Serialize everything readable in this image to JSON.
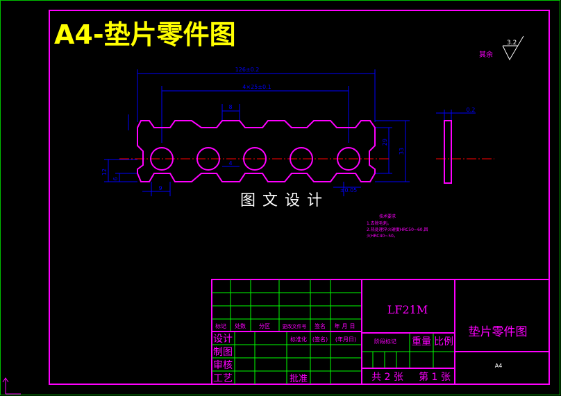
{
  "colors": {
    "background": "#000000",
    "frame": "#ff00ff",
    "outer_frame": "#00c000",
    "table_lines": "#ff00ff",
    "table_inner": "#00ff00",
    "dimension": "#0000ff",
    "part_outline": "#ff00ff",
    "centerline": "#ff0000",
    "title_yellow": "#ffff00",
    "annotation_text": "#ff00ff",
    "white_text": "#ffffff"
  },
  "header": {
    "title": "A4-垫片零件图"
  },
  "drawing": {
    "roughness_prefix": "其余",
    "roughness_value": "3.2",
    "dims": {
      "overall_length": "126±0.2",
      "hole_pitch": "4×25±0.1",
      "tooth_width": "8",
      "height_outer": "33",
      "height_inner": "29",
      "slot_width": "4",
      "left_12": "12",
      "left_6": "6",
      "bottom_9": "9",
      "tolerance_bottom": "±0.05",
      "thickness": "0.2"
    },
    "watermark": "图文设计",
    "tech_requirements": {
      "heading": "技术要求",
      "line1": "1.去除毛刺。",
      "line2": "2.热处理淬火硬度HRC50~60,回",
      "line3": "火HRC40~50。"
    }
  },
  "title_block": {
    "history_headers": [
      "标记",
      "处数",
      "分区",
      "更改文件号",
      "签名",
      "年月日"
    ],
    "row_design": [
      "设计",
      "",
      "标准化",
      "(签名)",
      "(年月日)"
    ],
    "labels": {
      "draw": "制图",
      "check": "审核",
      "process": "工艺",
      "approve": "批准",
      "stage_mark": "阶段标记",
      "weight": "重量",
      "scale": "比例"
    },
    "material": "LF21M",
    "part_name": "垫片零件图",
    "sheet_size": "A4",
    "sheet_count": "共 2 张",
    "sheet_no": "第 1 张"
  }
}
